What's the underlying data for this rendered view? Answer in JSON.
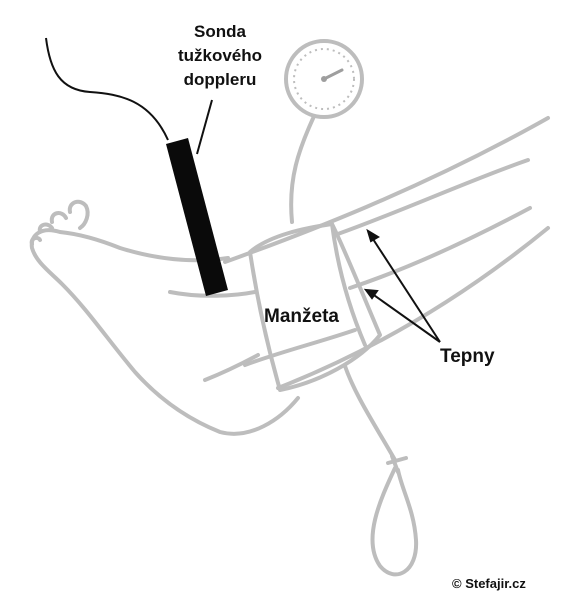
{
  "labels": {
    "probe_line1": "Sonda",
    "probe_line2": "tužkového",
    "probe_line3": "doppleru",
    "cuff": "Manžeta",
    "arteries": "Tepny",
    "copyright": "© Stefajir.cz"
  },
  "colors": {
    "outline": "#bdbdbd",
    "probe": "#0a0a0a",
    "ink": "#111111",
    "background": "#ffffff"
  },
  "icons": {
    "gauge": "sphygmomanometer-gauge-icon",
    "bulb": "inflation-bulb-icon",
    "probe": "doppler-probe-icon"
  }
}
